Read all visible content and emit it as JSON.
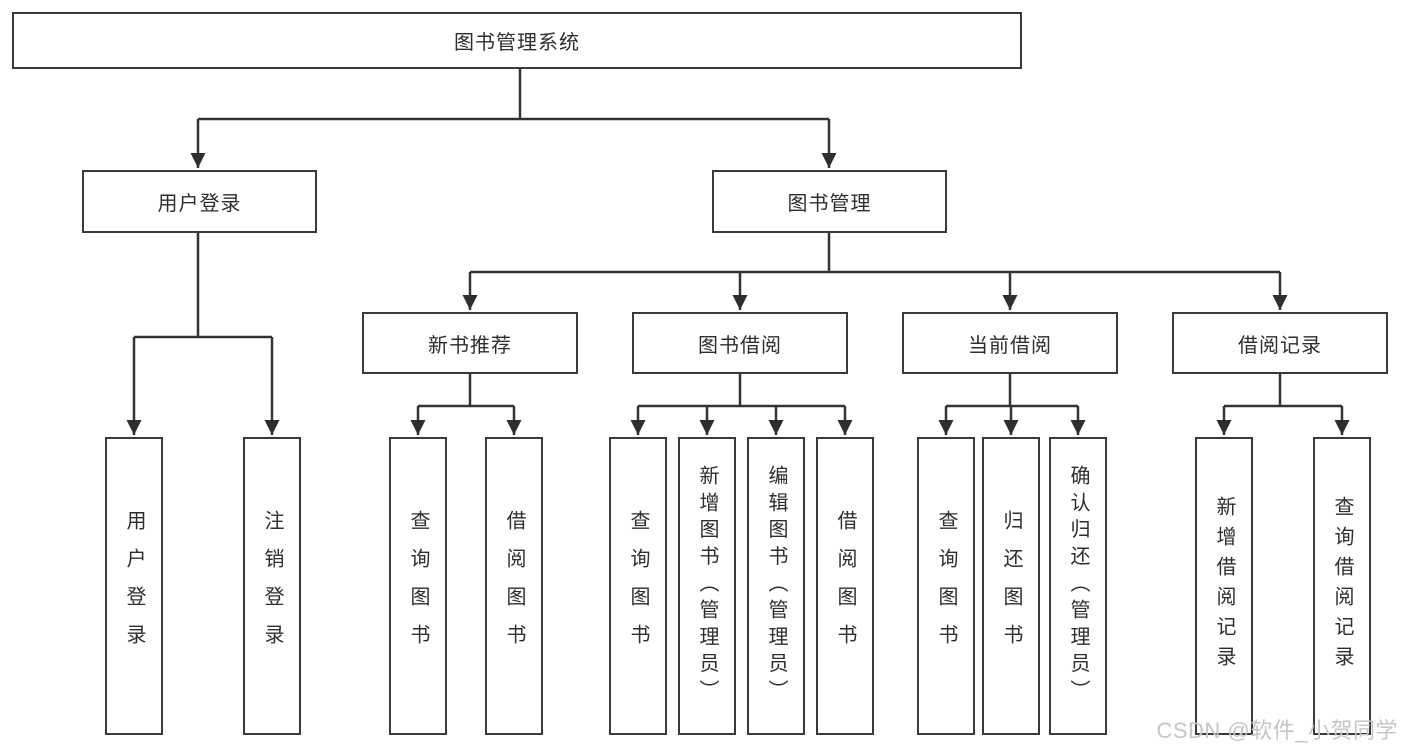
{
  "tree": {
    "root": {
      "label": "图书管理系统",
      "children": [
        {
          "label": "用户登录",
          "children": [
            {
              "label": "用户登录"
            },
            {
              "label": "注销登录"
            }
          ]
        },
        {
          "label": "图书管理",
          "children": [
            {
              "label": "新书推荐",
              "children": [
                {
                  "label": "查询图书"
                },
                {
                  "label": "借阅图书"
                }
              ]
            },
            {
              "label": "图书借阅",
              "children": [
                {
                  "label": "查询图书"
                },
                {
                  "label": "新增图书（管理员）"
                },
                {
                  "label": "编辑图书（管理员）"
                },
                {
                  "label": "借阅图书"
                }
              ]
            },
            {
              "label": "当前借阅",
              "children": [
                {
                  "label": "查询图书"
                },
                {
                  "label": "归还图书"
                },
                {
                  "label": "确认归还（管理员）"
                }
              ]
            },
            {
              "label": "借阅记录",
              "children": [
                {
                  "label": "新增借阅记录"
                },
                {
                  "label": "查询借阅记录"
                }
              ]
            }
          ]
        }
      ]
    }
  },
  "watermark": {
    "text": "CSDN @软件_小贺同学"
  },
  "colors": {
    "line": "#333333",
    "box_border": "#3a3a3a",
    "text": "#2e2e2e",
    "watermark": "#c6c6c6"
  }
}
